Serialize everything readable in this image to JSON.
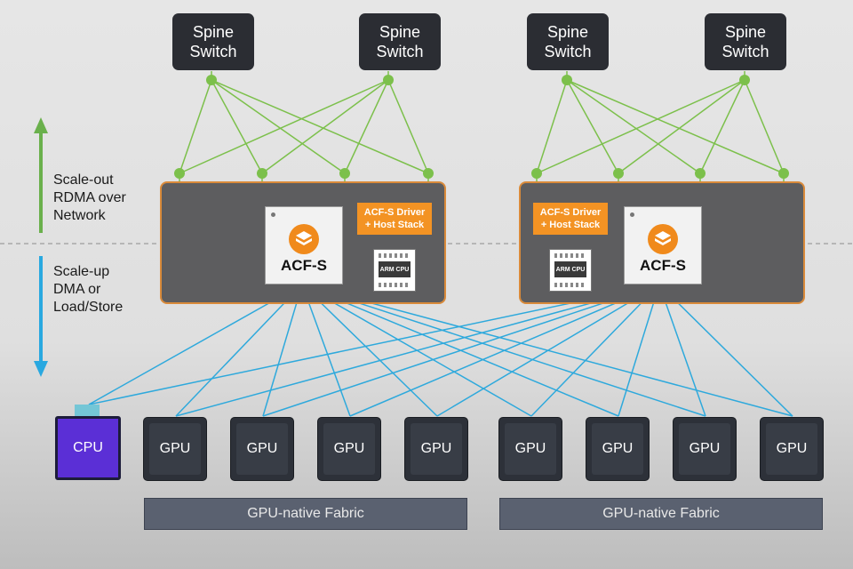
{
  "spines": [
    {
      "line1": "Spine",
      "line2": "Switch"
    },
    {
      "line1": "Spine",
      "line2": "Switch"
    },
    {
      "line1": "Spine",
      "line2": "Switch"
    },
    {
      "line1": "Spine",
      "line2": "Switch"
    }
  ],
  "scale_out": {
    "line1": "Scale-out",
    "line2": "RDMA over",
    "line3": "Network",
    "arrow_color": "#6ab04c"
  },
  "scale_up": {
    "line1": "Scale-up",
    "line2": "DMA or",
    "line3": "Load/Store",
    "arrow_color": "#29a8e0"
  },
  "servers": [
    {
      "chip_label": "ACF-S",
      "driver_line1": "ACF-S Driver",
      "driver_line2": "+ Host Stack",
      "arm_label": "ARM CPU"
    },
    {
      "chip_label": "ACF-S",
      "driver_line1": "ACF-S Driver",
      "driver_line2": "+ Host Stack",
      "arm_label": "ARM CPU"
    }
  ],
  "cpu_label": "CPU",
  "gpu_labels": [
    "GPU",
    "GPU",
    "GPU",
    "GPU",
    "GPU",
    "GPU",
    "GPU",
    "GPU"
  ],
  "fabrics": [
    "GPU-native Fabric",
    "GPU-native Fabric"
  ],
  "colors": {
    "network_wire": "#7cc04b",
    "pcie_wire": "#2ea9dc",
    "accent_orange": "#f39324",
    "cpu": "#5b2fd6"
  }
}
